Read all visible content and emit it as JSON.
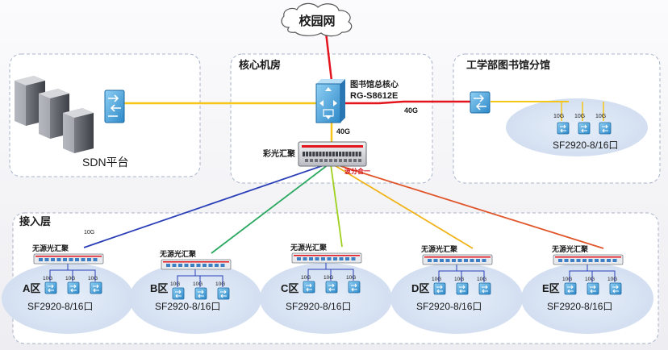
{
  "cloud": {
    "label": "校园网"
  },
  "regions": {
    "core": {
      "title": "核心机房"
    },
    "branch": {
      "title": "工学部图书馆分馆"
    },
    "sdn": {
      "title": "SDN平台"
    },
    "access": {
      "title": "接入层"
    }
  },
  "core_switch": {
    "name": "图书馆总核心",
    "model": "RG-S8612E"
  },
  "link_labels": {
    "core_to_branch": "40G",
    "core_to_agg": "40G",
    "agg_to_a": "10G"
  },
  "aggregation": {
    "name": "彩光汇聚",
    "wdm": "波分合一"
  },
  "branch_site": {
    "model": "SF2920-8/16口",
    "link_speeds": [
      "10G",
      "10G",
      "10G"
    ]
  },
  "zones": [
    {
      "name": "A区",
      "passive": "无源光汇聚",
      "model": "SF2920-8/16口",
      "link_speeds": [
        "10G",
        "10G",
        "10G"
      ],
      "fiber_color": "#2a3fb8"
    },
    {
      "name": "B区",
      "passive": "无源光汇聚",
      "model": "SF2920-8/16口",
      "link_speeds": [
        "10G",
        "10G",
        "10G"
      ],
      "fiber_color": "#2aa860"
    },
    {
      "name": "C区",
      "passive": "无源光汇聚",
      "model": "SF2920-8/16口",
      "link_speeds": [
        "10G",
        "10G",
        "10G"
      ],
      "fiber_color": "#9ed11c"
    },
    {
      "name": "D区",
      "passive": "无源光汇聚",
      "model": "SF2920-8/16口",
      "link_speeds": [
        "10G",
        "10G",
        "10G"
      ],
      "fiber_color": "#f0b419"
    },
    {
      "name": "E区",
      "passive": "无源光汇聚",
      "model": "SF2920-8/16口",
      "link_speeds": [
        "10G",
        "10G",
        "10G"
      ],
      "fiber_color": "#e0552a"
    }
  ],
  "colors": {
    "uplink": "#e3141c",
    "trunk": "#f5c518",
    "passive_to_zone": "#2a3fb8"
  }
}
